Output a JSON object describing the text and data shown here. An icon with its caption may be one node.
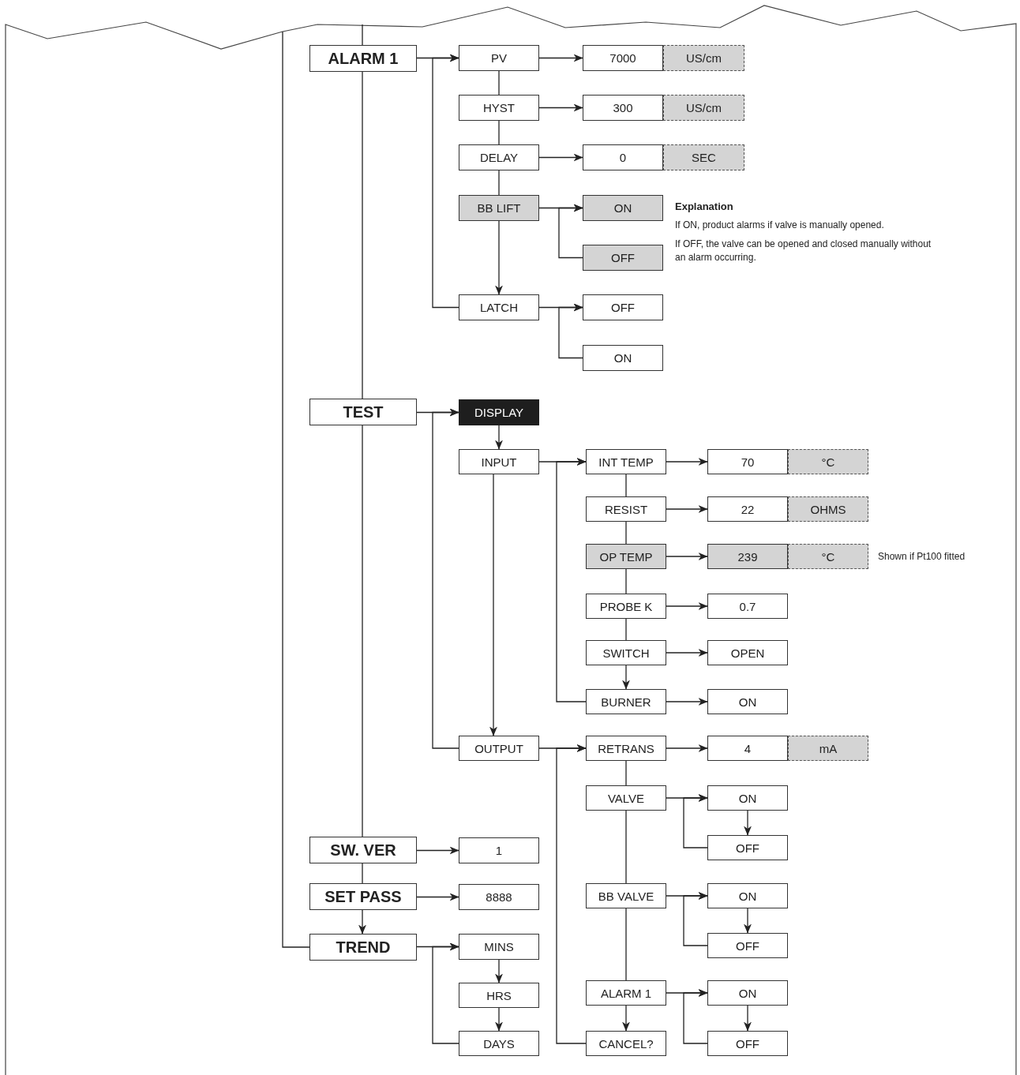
{
  "diagram": {
    "nodes": [
      {
        "text": [
          "ALARM 1"
        ]
      },
      {
        "text": [
          "PV"
        ]
      },
      {
        "text": [
          "7000"
        ]
      },
      {
        "text": [
          "US/cm"
        ]
      },
      {
        "text": [
          "HYST"
        ]
      },
      {
        "text": [
          "300"
        ]
      },
      {
        "text": [
          "US/cm"
        ]
      },
      {
        "text": [
          "DELAY"
        ]
      },
      {
        "text": [
          "0"
        ]
      },
      {
        "text": [
          "SEC"
        ]
      },
      {
        "text": [
          "BB LIFT"
        ]
      },
      {
        "text": [
          "ON"
        ]
      },
      {
        "text": [
          "OFF"
        ]
      },
      {
        "text": [
          "LATCH"
        ]
      },
      {
        "text": [
          "OFF"
        ]
      },
      {
        "text": [
          "ON"
        ]
      },
      {
        "text": [
          "TEST"
        ]
      },
      {
        "text": [
          "DISPLAY"
        ]
      },
      {
        "text": [
          "INPUT"
        ]
      },
      {
        "text": [
          "INT TEMP"
        ]
      },
      {
        "text": [
          "70"
        ]
      },
      {
        "text": [
          "°C"
        ]
      },
      {
        "text": [
          "RESIST"
        ]
      },
      {
        "text": [
          "22"
        ]
      },
      {
        "text": [
          "OHMS"
        ]
      },
      {
        "text": [
          "OP TEMP"
        ]
      },
      {
        "text": [
          "239"
        ]
      },
      {
        "text": [
          "°C"
        ]
      },
      {
        "text": [
          "PROBE K"
        ]
      },
      {
        "text": [
          "0.7"
        ]
      },
      {
        "text": [
          "SWITCH"
        ]
      },
      {
        "text": [
          "OPEN"
        ]
      },
      {
        "text": [
          "BURNER"
        ]
      },
      {
        "text": [
          "ON"
        ]
      },
      {
        "text": [
          "OUTPUT"
        ]
      },
      {
        "text": [
          "RETRANS"
        ]
      },
      {
        "text": [
          "4"
        ]
      },
      {
        "text": [
          "mA"
        ]
      },
      {
        "text": [
          "VALVE"
        ]
      },
      {
        "text": [
          "ON"
        ]
      },
      {
        "text": [
          "OFF"
        ]
      },
      {
        "text": [
          "BB VALVE"
        ]
      },
      {
        "text": [
          "ON"
        ]
      },
      {
        "text": [
          "OFF"
        ]
      },
      {
        "text": [
          "ALARM 1"
        ]
      },
      {
        "text": [
          "ON"
        ]
      },
      {
        "text": [
          "OFF"
        ]
      },
      {
        "text": [
          "CANCEL?"
        ]
      },
      {
        "text": [
          "SW. VER"
        ]
      },
      {
        "text": [
          "1"
        ]
      },
      {
        "text": [
          "SET PASS"
        ]
      },
      {
        "text": [
          "8888"
        ]
      },
      {
        "text": [
          "TREND"
        ]
      },
      {
        "text": [
          "MINS"
        ]
      },
      {
        "text": [
          "HRS"
        ]
      },
      {
        "text": [
          "DAYS"
        ]
      }
    ],
    "edges": [
      {
        "from": null,
        "to": 0,
        "arrow": "none"
      },
      {
        "from": null,
        "to": 52,
        "arrow": "none"
      },
      {
        "from": 0,
        "to": 16,
        "arrow": "none"
      },
      {
        "from": 16,
        "to": 48,
        "arrow": "none"
      },
      {
        "from": 48,
        "to": 50,
        "arrow": "none"
      },
      {
        "from": 50,
        "to": 52,
        "arrow": "to"
      },
      {
        "from": 0,
        "to": 1,
        "arrow": "to"
      },
      {
        "from": 13,
        "to": 1,
        "arrow": "to"
      },
      {
        "from": 1,
        "to": 2,
        "arrow": "to"
      },
      {
        "from": 1,
        "to": 4,
        "arrow": "none"
      },
      {
        "from": 4,
        "to": 5,
        "arrow": "to"
      },
      {
        "from": 4,
        "to": 7,
        "arrow": "none"
      },
      {
        "from": 7,
        "to": 8,
        "arrow": "to"
      },
      {
        "from": 7,
        "to": 10,
        "arrow": "none"
      },
      {
        "from": 10,
        "to": 11,
        "arrow": "to"
      },
      {
        "from": 12,
        "to": 11,
        "arrow": "to"
      },
      {
        "from": 10,
        "to": 13,
        "arrow": "to"
      },
      {
        "from": 13,
        "to": 14,
        "arrow": "to"
      },
      {
        "from": 15,
        "to": 14,
        "arrow": "to"
      },
      {
        "from": 16,
        "to": 17,
        "arrow": "to"
      },
      {
        "from": 34,
        "to": 17,
        "arrow": "to"
      },
      {
        "from": 17,
        "to": 18,
        "arrow": "to"
      },
      {
        "from": 18,
        "to": 34,
        "arrow": "to"
      },
      {
        "from": 18,
        "to": 19,
        "arrow": "to"
      },
      {
        "from": 32,
        "to": 19,
        "arrow": "to"
      },
      {
        "from": 19,
        "to": 20,
        "arrow": "to"
      },
      {
        "from": 19,
        "to": 22,
        "arrow": "none"
      },
      {
        "from": 22,
        "to": 23,
        "arrow": "to"
      },
      {
        "from": 22,
        "to": 25,
        "arrow": "none"
      },
      {
        "from": 25,
        "to": 26,
        "arrow": "to"
      },
      {
        "from": 25,
        "to": 28,
        "arrow": "none"
      },
      {
        "from": 28,
        "to": 29,
        "arrow": "to"
      },
      {
        "from": 28,
        "to": 30,
        "arrow": "none"
      },
      {
        "from": 30,
        "to": 31,
        "arrow": "to"
      },
      {
        "from": 30,
        "to": 32,
        "arrow": "to"
      },
      {
        "from": 32,
        "to": 33,
        "arrow": "to"
      },
      {
        "from": 34,
        "to": 35,
        "arrow": "to"
      },
      {
        "from": 47,
        "to": 35,
        "arrow": "to"
      },
      {
        "from": 35,
        "to": 36,
        "arrow": "to"
      },
      {
        "from": 35,
        "to": 38,
        "arrow": "none"
      },
      {
        "from": 38,
        "to": 39,
        "arrow": "to"
      },
      {
        "from": 39,
        "to": 40,
        "arrow": "to"
      },
      {
        "from": 40,
        "to": 39,
        "arrow": "to"
      },
      {
        "from": 38,
        "to": 41,
        "arrow": "none"
      },
      {
        "from": 41,
        "to": 42,
        "arrow": "to"
      },
      {
        "from": 42,
        "to": 43,
        "arrow": "to"
      },
      {
        "from": 43,
        "to": 42,
        "arrow": "to"
      },
      {
        "from": 41,
        "to": 44,
        "arrow": "none"
      },
      {
        "from": 44,
        "to": 45,
        "arrow": "to"
      },
      {
        "from": 45,
        "to": 46,
        "arrow": "to"
      },
      {
        "from": 46,
        "to": 45,
        "arrow": "to"
      },
      {
        "from": 44,
        "to": 47,
        "arrow": "to"
      },
      {
        "from": 48,
        "to": 49,
        "arrow": "to"
      },
      {
        "from": 50,
        "to": 51,
        "arrow": "to"
      },
      {
        "from": 52,
        "to": 53,
        "arrow": "to"
      },
      {
        "from": 53,
        "to": 54,
        "arrow": "to"
      },
      {
        "from": 54,
        "to": 55,
        "arrow": "to"
      },
      {
        "from": 55,
        "to": 53,
        "arrow": "to"
      }
    ],
    "labels": [
      "Explanation",
      "If ON, product alarms if valve is manually opened.",
      "If OFF, the valve can be opened and closed manually without an alarm occurring.",
      "Shown if Pt100 fitted"
    ]
  }
}
